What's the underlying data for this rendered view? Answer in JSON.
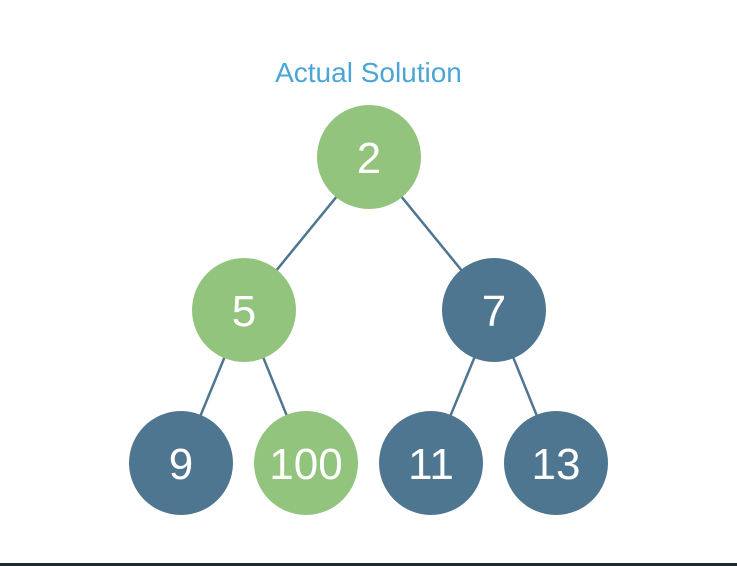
{
  "title": "Actual Solution",
  "colors": {
    "title": "#4aa6d5",
    "highlight_node": "#93c47d",
    "default_node": "#4f7690",
    "edge": "#4f7690",
    "label": "#ffffff"
  },
  "tree": {
    "nodes": [
      {
        "id": "n2",
        "label": "2",
        "highlight": true
      },
      {
        "id": "n5",
        "label": "5",
        "highlight": true
      },
      {
        "id": "n7",
        "label": "7",
        "highlight": false
      },
      {
        "id": "n9",
        "label": "9",
        "highlight": false
      },
      {
        "id": "n100",
        "label": "100",
        "highlight": true
      },
      {
        "id": "n11",
        "label": "11",
        "highlight": false
      },
      {
        "id": "n13",
        "label": "13",
        "highlight": false
      }
    ],
    "edges": [
      {
        "from": "n2",
        "to": "n5"
      },
      {
        "from": "n2",
        "to": "n7"
      },
      {
        "from": "n5",
        "to": "n9"
      },
      {
        "from": "n5",
        "to": "n100"
      },
      {
        "from": "n7",
        "to": "n11"
      },
      {
        "from": "n7",
        "to": "n13"
      }
    ]
  }
}
